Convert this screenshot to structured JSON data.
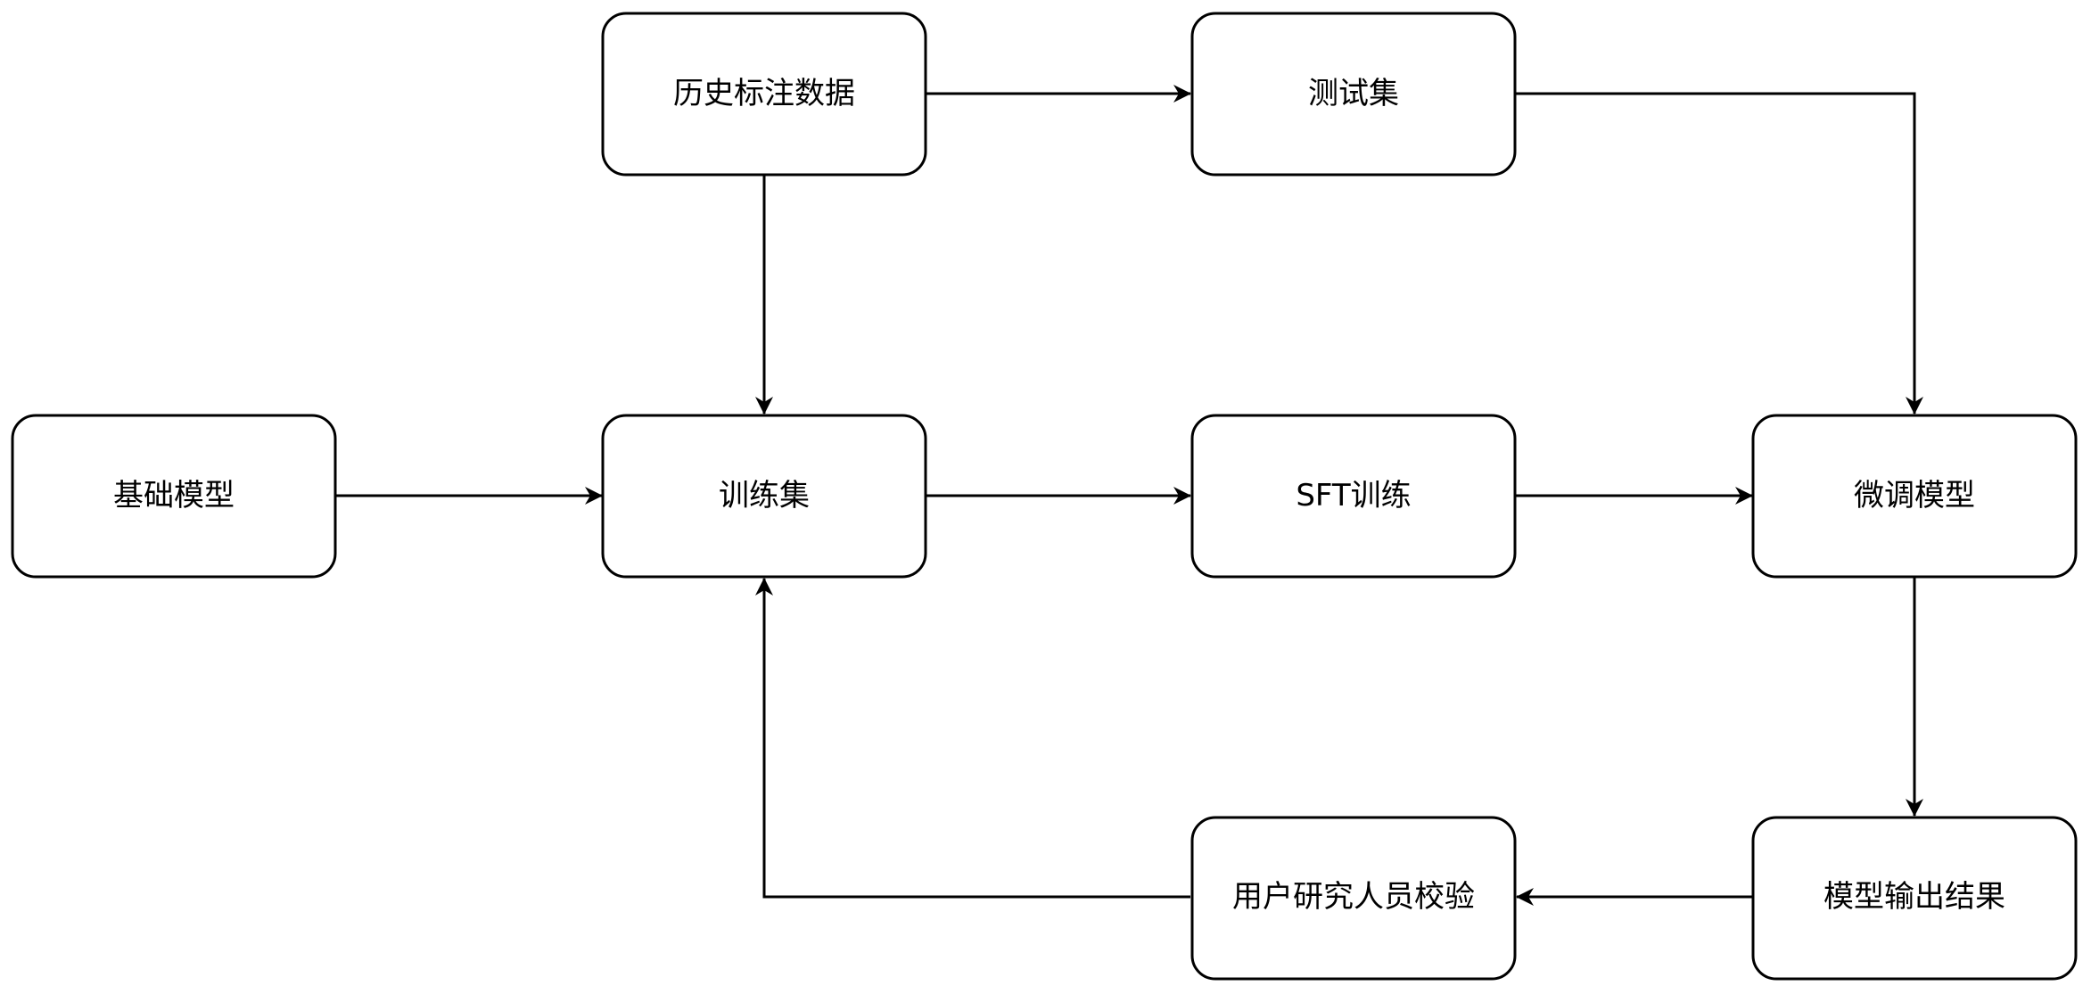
{
  "nodes": {
    "history": {
      "label": "历史标注数据"
    },
    "testset": {
      "label": "测试集"
    },
    "base": {
      "label": "基础模型"
    },
    "trainset": {
      "label": "训练集"
    },
    "sft": {
      "label": "SFT训练"
    },
    "finetuned": {
      "label": "微调模型"
    },
    "verify": {
      "label": "用户研究人员校验"
    },
    "output": {
      "label": "模型输出结果"
    }
  },
  "edges": [
    {
      "from": "history",
      "to": "testset"
    },
    {
      "from": "history",
      "to": "trainset"
    },
    {
      "from": "testset",
      "to": "finetuned"
    },
    {
      "from": "base",
      "to": "trainset"
    },
    {
      "from": "trainset",
      "to": "sft"
    },
    {
      "from": "sft",
      "to": "finetuned"
    },
    {
      "from": "finetuned",
      "to": "output"
    },
    {
      "from": "output",
      "to": "verify"
    },
    {
      "from": "verify",
      "to": "trainset"
    }
  ]
}
